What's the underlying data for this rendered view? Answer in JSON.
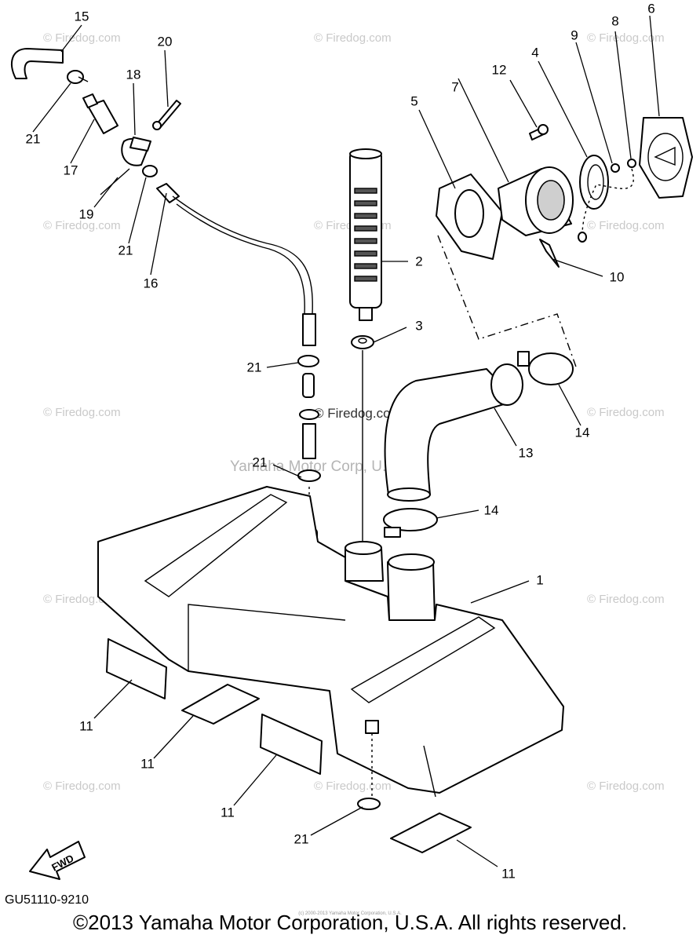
{
  "watermark_small": "© Firedog.com",
  "watermark_center": "© Firedog.com",
  "watermark_yamaha": "Yamaha Motor Corp, U.S.A.",
  "diagram_code": "GU51110-9210",
  "copyright": "©2013 Yamaha Motor Corporation, U.S.A. All rights reserved.",
  "tiny_copyright": "(c) 2000-2013 Yamaha Motor Corporation, U.S.A.",
  "fwd_label": "FWD",
  "callouts": [
    "15",
    "20",
    "18",
    "21",
    "17",
    "19",
    "21",
    "16",
    "2",
    "3",
    "21",
    "21",
    "5",
    "7",
    "12",
    "4",
    "9",
    "8",
    "6",
    "10",
    "13",
    "14",
    "14",
    "1",
    "11",
    "11",
    "11",
    "21",
    "11"
  ]
}
